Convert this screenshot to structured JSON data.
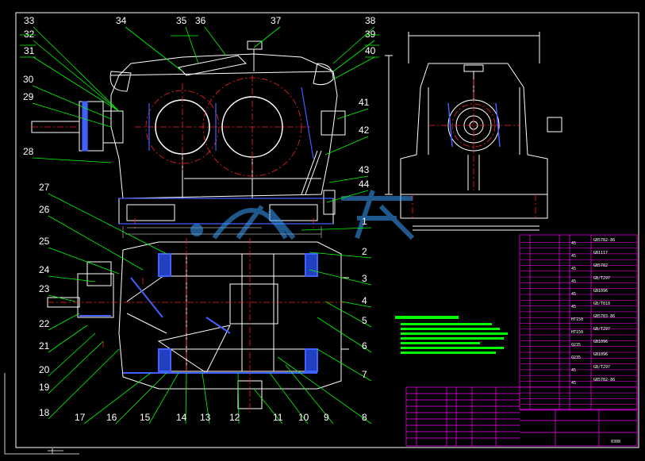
{
  "drawing": {
    "colors": {
      "background": "#000000",
      "outline": "#ffffff",
      "leader": "#00ff00",
      "center": "#ff2020",
      "hatch": "#4060ff",
      "table": "#ff00ff",
      "notes": "#00ff00"
    },
    "callouts_top": [
      "33",
      "32",
      "31",
      "34",
      "35",
      "36",
      "37",
      "38",
      "39",
      "40",
      "30",
      "29",
      "28",
      "41",
      "42",
      "43",
      "44",
      "27"
    ],
    "callouts_bottom": [
      "26",
      "25",
      "24",
      "23",
      "22",
      "21",
      "20",
      "19",
      "18",
      "17",
      "16",
      "15",
      "14",
      "13",
      "12",
      "11",
      "10",
      "9",
      "8",
      "7",
      "6",
      "5",
      "4",
      "3",
      "2",
      "1"
    ],
    "parts_table_codes": [
      "GB5782-86",
      "GB1117",
      "GB5782",
      "GB/T297",
      "GB1096",
      "GB/T818",
      "GB5783-86",
      "GB/T297",
      "GB1096",
      "GB1096",
      "GB/T297",
      "GB5782-86"
    ],
    "parts_table_values": [
      "45",
      "45",
      "45",
      "45",
      "45",
      "45",
      "HT150",
      "HT150",
      "Q235",
      "Q235",
      "45",
      "45"
    ],
    "title_block_code": "0308"
  }
}
